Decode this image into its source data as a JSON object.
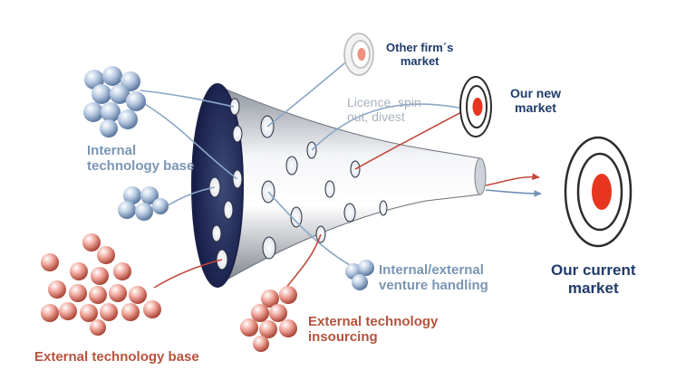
{
  "diagram": {
    "labels": {
      "internal_base": [
        "Internal",
        "technology base"
      ],
      "external_base": "External technology base",
      "external_insourcing": [
        "External technology",
        "insourcing"
      ],
      "venture_handling": [
        "Internal/external",
        "venture handling"
      ],
      "licence": [
        "Licence, spin",
        "out, divest"
      ],
      "other_firm": [
        "Other firm´s",
        "market"
      ],
      "new_market": [
        "Our new",
        "market"
      ],
      "current_market": [
        "Our current",
        "market"
      ]
    },
    "colors": {
      "internal": "#7b95b3",
      "external": "#b5533c",
      "market_title": "#1f3b6b",
      "licence_text": "#a9b3bd",
      "target_red": "#e8351f"
    },
    "icons": [
      "funnel-icon",
      "target-icon",
      "sphere-cluster-icon",
      "arrow-icon"
    ]
  }
}
